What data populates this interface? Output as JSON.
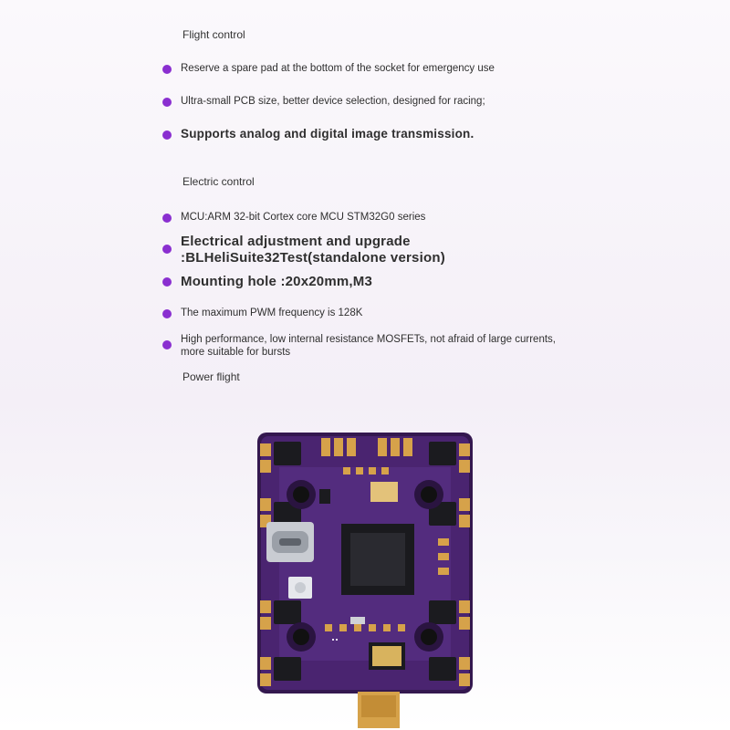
{
  "sections": {
    "flight_control": "Flight control",
    "electric_control": "Electric control",
    "power_flight": "Power flight"
  },
  "flight_items": [
    "Reserve a spare pad at the bottom of the socket for emergency use",
    "Ultra-small PCB size, better device selection, designed for racing;",
    "Supports analog and digital image transmission."
  ],
  "electric_items": [
    "MCU:ARM 32-bit Cortex core MCU STM32G0 series",
    "Electrical adjustment and upgrade",
    ":BLHeliSuite32Test(standalone version)",
    "Mounting hole :20x20mm,M3",
    "The maximum PWM frequency is 128K",
    "High performance, low internal resistance MOSFETs, not afraid of large currents,",
    "more suitable for bursts"
  ],
  "colors": {
    "bullet": "#8a2fd0",
    "pcb": "#3b1f5c",
    "pad": "#d6a24a"
  }
}
